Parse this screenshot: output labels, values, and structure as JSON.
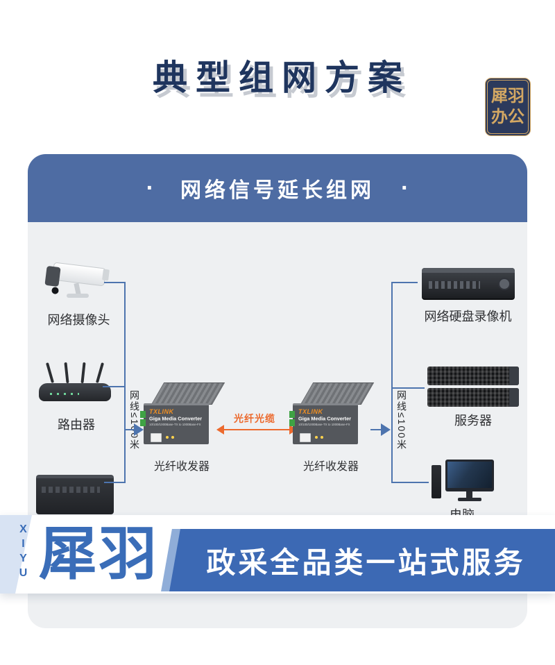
{
  "title": "典型组网方案",
  "badge": {
    "line1": "犀羽",
    "line2": "办公"
  },
  "card": {
    "dot": "·",
    "header": "网络信号延长组网"
  },
  "diagram": {
    "camera_label": "网络摄像头",
    "router_label": "路由器",
    "nvr_label": "网络硬盘录像机",
    "server_label": "服务器",
    "pc_label": "电脑",
    "converter_left_label": "光纤收发器",
    "converter_right_label": "光纤收发器",
    "cable_left_label": "网线≤100米",
    "cable_right_label": "网线≤100米",
    "fiber_label": "光纤光缆",
    "converter": {
      "brand": "TXLINK",
      "line1": "Giga Media Converter",
      "line2": "10/100/1000Base-TX to 1000Base-FX"
    }
  },
  "banner": {
    "vertical_logo": "XIYU",
    "logo": "犀羽",
    "slogan": "政采全品类一站式服务"
  },
  "colors": {
    "title": "#1f355e",
    "title_shadow": "#c6cad1",
    "header_bg": "#4e6ca3",
    "card_bg": "#eef0f2",
    "line_blue": "#4d74ae",
    "orange": "#ec6a2e",
    "banner_blue": "#3c69b4",
    "logo_blue": "#3a6db8",
    "gold": "#d4a863",
    "badge_bg": "#2c3a5c"
  }
}
